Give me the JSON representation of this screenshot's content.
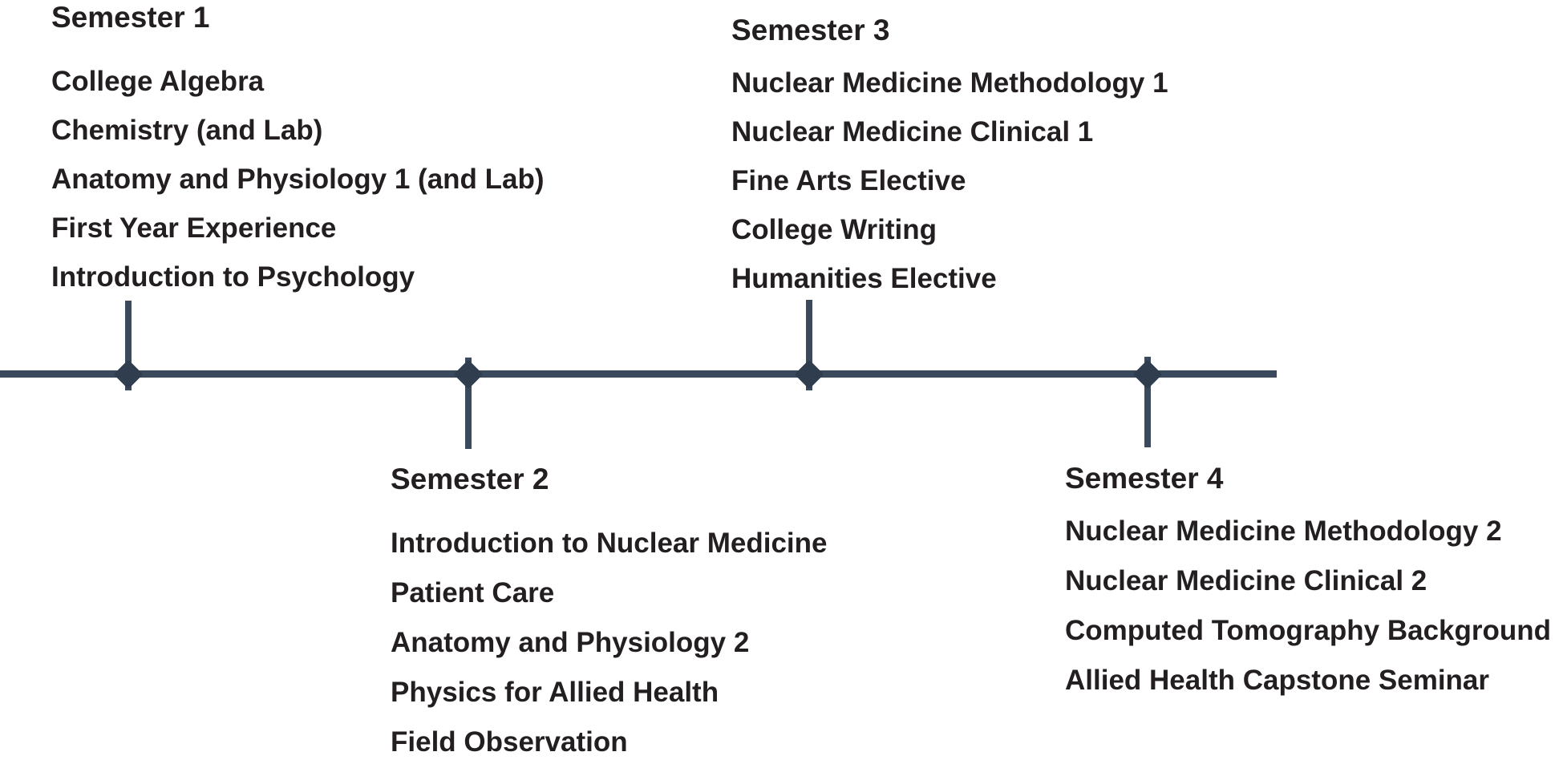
{
  "diagram": {
    "type": "timeline",
    "subject": "Nuclear medicine program curriculum by semester",
    "colors": {
      "axis_line": "#3A4A5C",
      "marker_node": "#2F3D4E",
      "text": "#231F20",
      "background": "#FFFFFF"
    },
    "semesters": [
      {
        "title": "Semester 1",
        "position": "above-line",
        "courses": [
          "College Algebra",
          "Chemistry (and Lab)",
          "Anatomy and Physiology 1 (and Lab)",
          "First Year Experience",
          "Introduction to Psychology"
        ]
      },
      {
        "title": "Semester 2",
        "position": "below-line",
        "courses": [
          "Introduction to Nuclear Medicine",
          "Patient Care",
          "Anatomy and Physiology 2",
          "Physics for Allied Health",
          "Field Observation"
        ]
      },
      {
        "title": "Semester 3",
        "position": "above-line",
        "courses": [
          "Nuclear Medicine Methodology 1",
          "Nuclear Medicine Clinical 1",
          "Fine Arts Elective",
          "College Writing",
          "Humanities Elective"
        ]
      },
      {
        "title": "Semester 4",
        "position": "below-line",
        "courses": [
          "Nuclear Medicine Methodology 2",
          "Nuclear Medicine Clinical 2",
          "Computed Tomography Background",
          "Allied Health Capstone Seminar"
        ]
      }
    ]
  }
}
